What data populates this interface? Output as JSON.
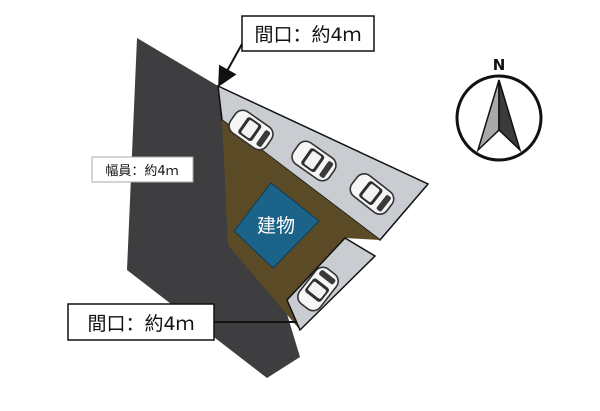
{
  "labels": {
    "frontage_top": "間口：約4ｍ",
    "road_width": "幅員：約4ｍ",
    "building": "建物",
    "frontage_bottom": "間口：約4ｍ",
    "north": "N"
  },
  "colors": {
    "road": "#3e3e40",
    "lot": "#5b4a26",
    "building": "#1b6388",
    "parking": "#c9ccd0",
    "car_body": "#f6f6f6",
    "compass_dark": "#3b3b3b",
    "compass_light": "#a9a9a9"
  },
  "cars": [
    {
      "name": "car-1"
    },
    {
      "name": "car-2"
    },
    {
      "name": "car-3"
    },
    {
      "name": "car-4"
    }
  ]
}
